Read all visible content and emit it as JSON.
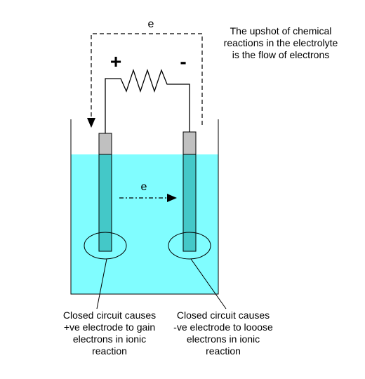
{
  "note": {
    "line1": "The upshot of chemical",
    "line2": "reactions in the electrolyte",
    "line3": "is the flow of electrons"
  },
  "polarity": {
    "positive": "+",
    "negative": "-"
  },
  "electron_label_top": "e",
  "electron_label_middle": "e",
  "caption_left": {
    "line1": "Closed circuit causes",
    "line2": "+ve electrode to gain",
    "line3": "electrons in ionic",
    "line4": "reaction"
  },
  "caption_right": {
    "line1": "Closed circuit causes",
    "line2": "-ve electrode to looose",
    "line3": "electrons in ionic",
    "line4": "reaction"
  },
  "colors": {
    "electrolyte": "#80fdff",
    "electrode_submerged": "#44c8c8",
    "electrode_top": "#c0c0c0",
    "line": "#000000"
  }
}
